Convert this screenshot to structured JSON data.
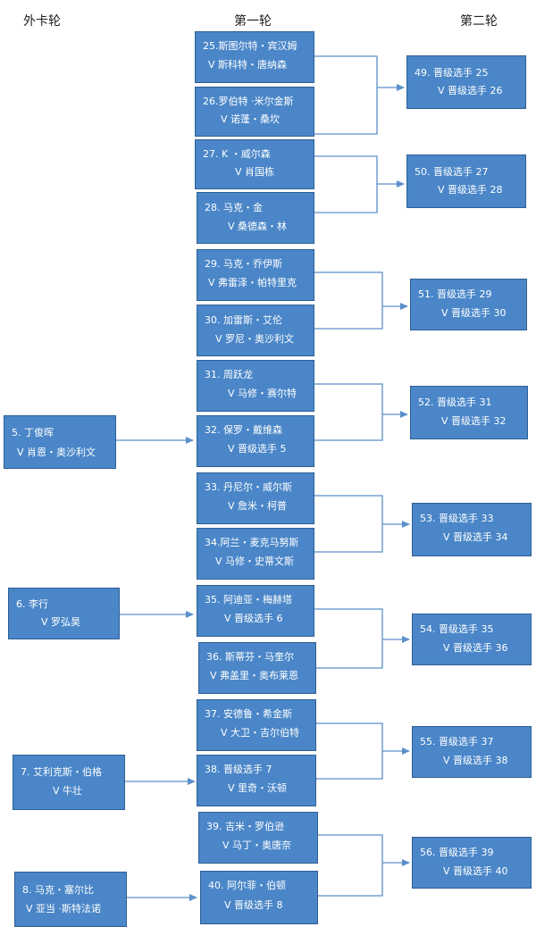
{
  "headers": {
    "wildcard": "外卡轮",
    "round1": "第一轮",
    "round2": "第二轮"
  },
  "wildcard": [
    {
      "line1": "5.      丁俊晖",
      "line2": "V 肖恩・奥沙利文"
    },
    {
      "line1": "6.          李行",
      "line2": "V 罗弘昊"
    },
    {
      "line1": "7.  艾利克斯・伯格",
      "line2": "V 牛壮"
    },
    {
      "line1": "8.  马克・塞尔比",
      "line2": "V 亚当 ·斯特法诺"
    }
  ],
  "round1": [
    {
      "line1": "25.斯图尔特・宾汉姆",
      "line2": "V 斯科特・唐纳森"
    },
    {
      "line1": "26.罗伯特 ·米尔金斯",
      "line2": "V 诺蓬・桑坎"
    },
    {
      "line1": "27.     K ・威尔森",
      "line2": "V 肖国栋"
    },
    {
      "line1": "28.     马克・金",
      "line2": "V 桑德森・林"
    },
    {
      "line1": "29.   马克・乔伊斯",
      "line2": "V 弗雷泽・帕特里克"
    },
    {
      "line1": "30.   加雷斯・艾伦",
      "line2": "V 罗尼・奥沙利文"
    },
    {
      "line1": "31.        周跃龙",
      "line2": "V 马修・赛尔特"
    },
    {
      "line1": "32.   保罗・戴维森",
      "line2": "V 晋级选手 5"
    },
    {
      "line1": "33.   丹尼尔・威尔斯",
      "line2": "V 詹米・柯普"
    },
    {
      "line1": "34.阿兰・麦克马努斯",
      "line2": "V 马修・史蒂文斯"
    },
    {
      "line1": "35. 阿迪亚・梅赫塔",
      "line2": "V 晋级选手 6"
    },
    {
      "line1": "36.   斯蒂芬・马奎尔",
      "line2": "V 弗盖里・奥布莱恩"
    },
    {
      "line1": "37.   安德鲁・希金斯",
      "line2": "V 大卫・吉尔伯特"
    },
    {
      "line1": "38.     晋级选手 7",
      "line2": "V 里奇・沃顿"
    },
    {
      "line1": "39.     吉米・罗伯逊",
      "line2": "V 马丁・奥唐奈"
    },
    {
      "line1": "40.   阿尔菲・伯顿",
      "line2": "V 晋级选手 8"
    }
  ],
  "round2": [
    {
      "line1": "49.    晋级选手 25",
      "line2": "V 晋级选手 26"
    },
    {
      "line1": "50.    晋级选手 27",
      "line2": "V 晋级选手 28"
    },
    {
      "line1": "51.    晋级选手 29",
      "line2": "V 晋级选手 30"
    },
    {
      "line1": "52.    晋级选手 31",
      "line2": "V 晋级选手 32"
    },
    {
      "line1": "53.    晋级选手 33",
      "line2": "V 晋级选手 34"
    },
    {
      "line1": "54.    晋级选手 35",
      "line2": "V 晋级选手 36"
    },
    {
      "line1": "55.    晋级选手 37",
      "line2": "V 晋级选手 38"
    },
    {
      "line1": "56.    晋级选手 39",
      "line2": "V 晋级选手 40"
    }
  ],
  "colors": {
    "box_fill": "#4a86c8",
    "box_border": "#2f5f94",
    "connector": "#5b8fc9",
    "text": "#ffffff"
  }
}
